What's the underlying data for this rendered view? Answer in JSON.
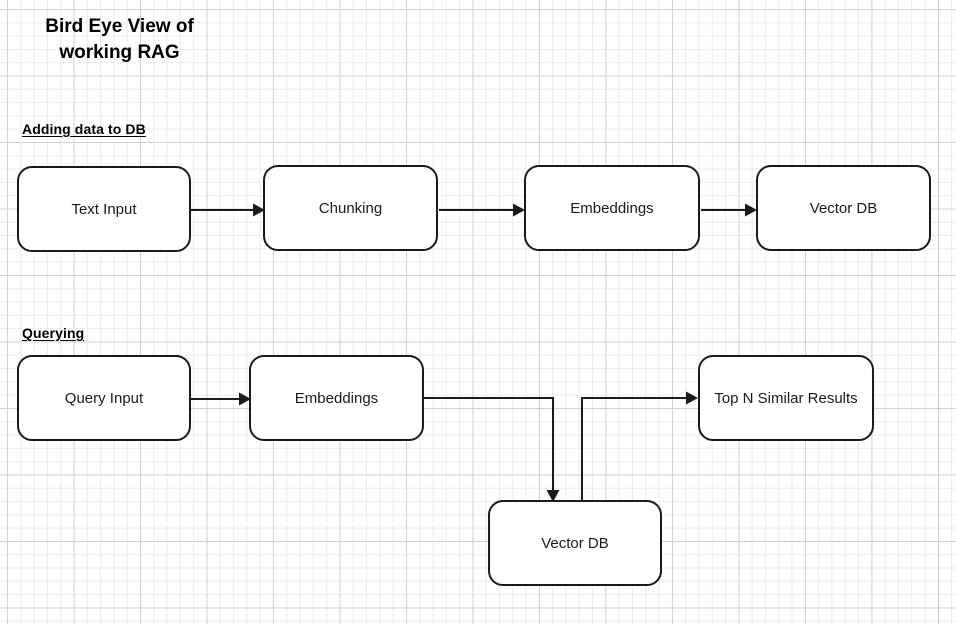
{
  "page": {
    "title": "Bird Eye View of\nworking RAG",
    "background": "#ffffff",
    "grid_color_minor": "#ececec",
    "grid_color_major": "#d2d2d2",
    "stroke_color": "#1b1b1b",
    "text_color": "#1b1b1b"
  },
  "sections": [
    {
      "id": "ingest",
      "label": "Adding data to DB"
    },
    {
      "id": "query",
      "label": "Querying"
    }
  ],
  "nodes": [
    {
      "id": "text-input",
      "label": "Text Input"
    },
    {
      "id": "chunking",
      "label": "Chunking"
    },
    {
      "id": "embeddings-1",
      "label": "Embeddings"
    },
    {
      "id": "vector-db-1",
      "label": "Vector DB"
    },
    {
      "id": "query-input",
      "label": "Query Input"
    },
    {
      "id": "embeddings-2",
      "label": "Embeddings"
    },
    {
      "id": "top-n",
      "label": "Top N Similar Results"
    },
    {
      "id": "vector-db-2",
      "label": "Vector DB"
    }
  ],
  "edges": [
    {
      "id": "e1",
      "from": "text-input",
      "to": "chunking",
      "type": "straight-right"
    },
    {
      "id": "e2",
      "from": "chunking",
      "to": "embeddings-1",
      "type": "straight-right"
    },
    {
      "id": "e3",
      "from": "embeddings-1",
      "to": "vector-db-1",
      "type": "straight-right"
    },
    {
      "id": "e4",
      "from": "query-input",
      "to": "embeddings-2",
      "type": "straight-right"
    },
    {
      "id": "e5",
      "from": "embeddings-2",
      "to": "vector-db-2",
      "type": "elbow-down"
    },
    {
      "id": "e6",
      "from": "vector-db-2",
      "to": "top-n",
      "type": "elbow-up-right"
    }
  ],
  "icons": {
    "arrowhead": "arrow-head-icon"
  }
}
